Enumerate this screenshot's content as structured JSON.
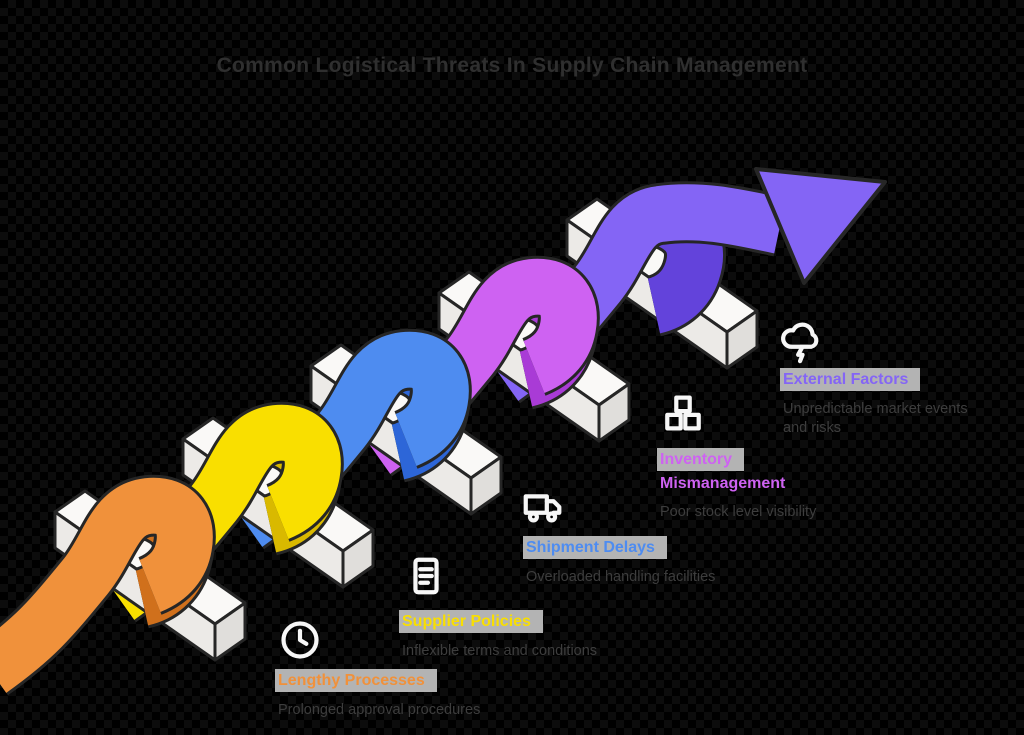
{
  "title": "Common Logistical Threats In Supply Chain Management",
  "stages": [
    {
      "name": "Lengthy Processes",
      "name_lines": [
        "Lengthy Processes"
      ],
      "description": "Prolonged approval procedures",
      "color": "#F0913B",
      "shade": "#D0701C",
      "icon": "clock-icon"
    },
    {
      "name": "Supplier Policies",
      "name_lines": [
        "Supplier Policies"
      ],
      "description": "Inflexible terms and conditions",
      "color": "#F9DF00",
      "shade": "#D9B900",
      "icon": "document-icon"
    },
    {
      "name": "Shipment Delays",
      "name_lines": [
        "Shipment Delays"
      ],
      "description": "Overloaded handling facilities",
      "color": "#4E8CF0",
      "shade": "#2D66D8",
      "icon": "truck-icon"
    },
    {
      "name": "Inventory Mismanagement",
      "name_lines": [
        "Inventory",
        "Mismanagement"
      ],
      "description": "Poor stock level visibility",
      "color": "#CE62F2",
      "shade": "#A93BD6",
      "icon": "boxes-icon"
    },
    {
      "name": "External Factors",
      "name_lines": [
        "External Factors"
      ],
      "description": "Unpredictable market events and risks",
      "color": "#8465F5",
      "shade": "#6343DB",
      "icon": "storm-icon"
    }
  ],
  "colors": {
    "background": "#000000",
    "title": "#2F2F2F",
    "subtitle": "#3D3D3D",
    "band": "#B3B3B3",
    "outline": "#262626",
    "beam_top": "#FAF9F7",
    "beam_side": "#ECEAE7",
    "beam_end": "#E0DEDB",
    "icon": "#F7F7F7"
  }
}
